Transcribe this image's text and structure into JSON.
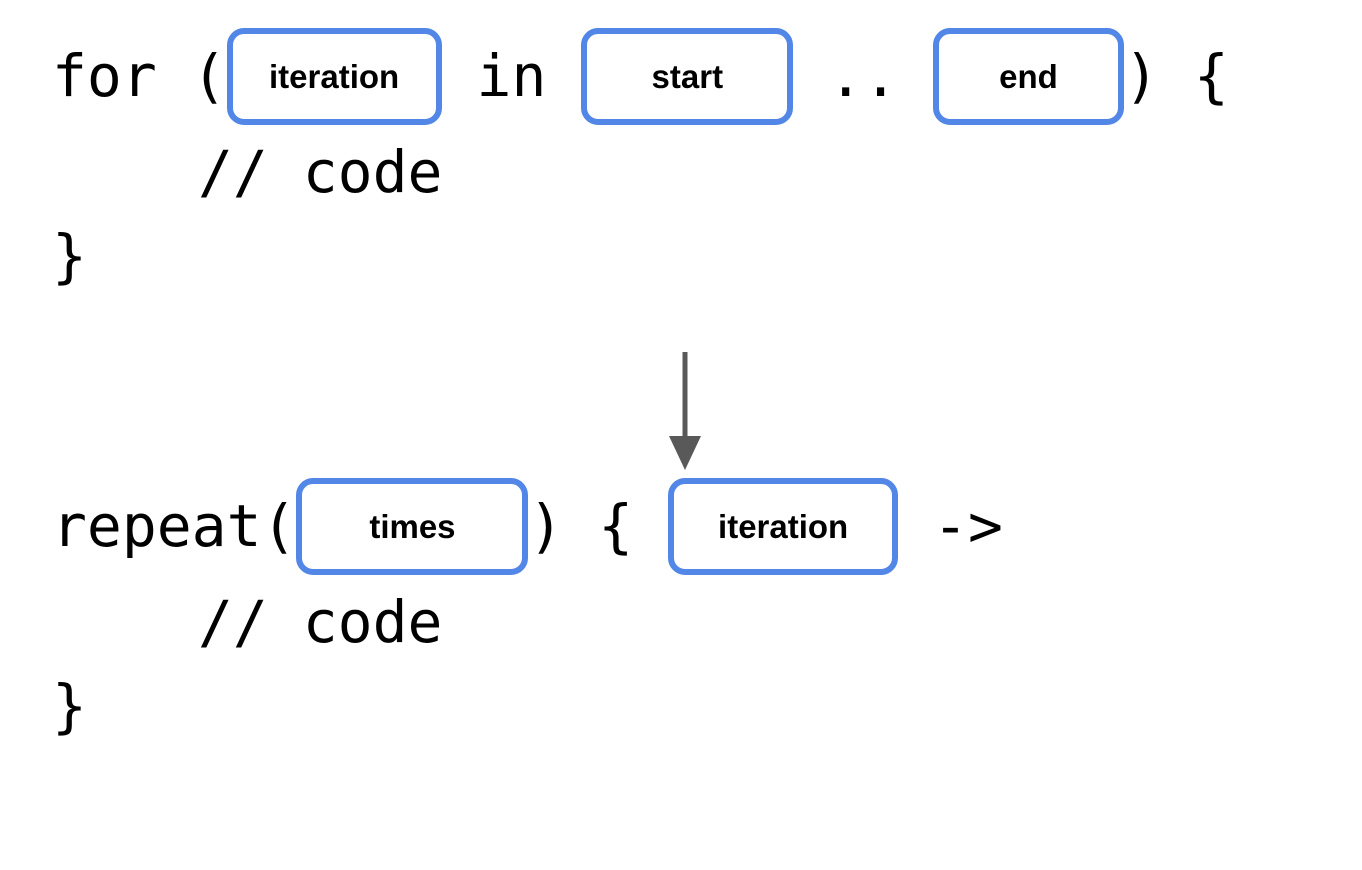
{
  "theme": {
    "background": "#ffffff",
    "code_color": "#000000",
    "token_border": "#5287e8",
    "token_fill": "#ffffff",
    "arrow_color": "#595959"
  },
  "diagram": {
    "type": "code-transformation",
    "arrow": {
      "direction": "down",
      "icon": "arrow-down-icon",
      "color": "#595959"
    },
    "before": {
      "language": "kotlin",
      "construct": "for-loop",
      "lines": [
        {
          "indent": 0,
          "parts": [
            {
              "kind": "code",
              "text": "for ("
            },
            {
              "kind": "token",
              "text": "iteration"
            },
            {
              "kind": "code",
              "text": " in "
            },
            {
              "kind": "token",
              "text": "start"
            },
            {
              "kind": "code",
              "text": " .. "
            },
            {
              "kind": "token",
              "text": "end"
            },
            {
              "kind": "code",
              "text": ") {"
            }
          ]
        },
        {
          "indent": 1,
          "parts": [
            {
              "kind": "code",
              "text": "// code"
            }
          ]
        },
        {
          "indent": 0,
          "parts": [
            {
              "kind": "code",
              "text": "}"
            }
          ]
        }
      ]
    },
    "after": {
      "language": "kotlin",
      "construct": "repeat-block",
      "lines": [
        {
          "indent": 0,
          "parts": [
            {
              "kind": "code",
              "text": "repeat("
            },
            {
              "kind": "token",
              "text": "times"
            },
            {
              "kind": "code",
              "text": ") { "
            },
            {
              "kind": "token",
              "text": "iteration"
            },
            {
              "kind": "code",
              "text": " ->"
            }
          ]
        },
        {
          "indent": 1,
          "parts": [
            {
              "kind": "code",
              "text": "// code"
            }
          ]
        },
        {
          "indent": 0,
          "parts": [
            {
              "kind": "code",
              "text": "}"
            }
          ]
        }
      ]
    }
  },
  "text": {
    "for_keyword": "for (",
    "in_keyword": " in ",
    "range_operator": " .. ",
    "close_paren_brace": ") {",
    "repeat_call": "repeat(",
    "close_paren_open_brace": ") { ",
    "lambda_arrow": " ->",
    "comment": "// code",
    "close_brace": "}",
    "token_iteration": "iteration",
    "token_start": "start",
    "token_end": "end",
    "token_times": "times",
    "token_iteration_2": "iteration"
  }
}
